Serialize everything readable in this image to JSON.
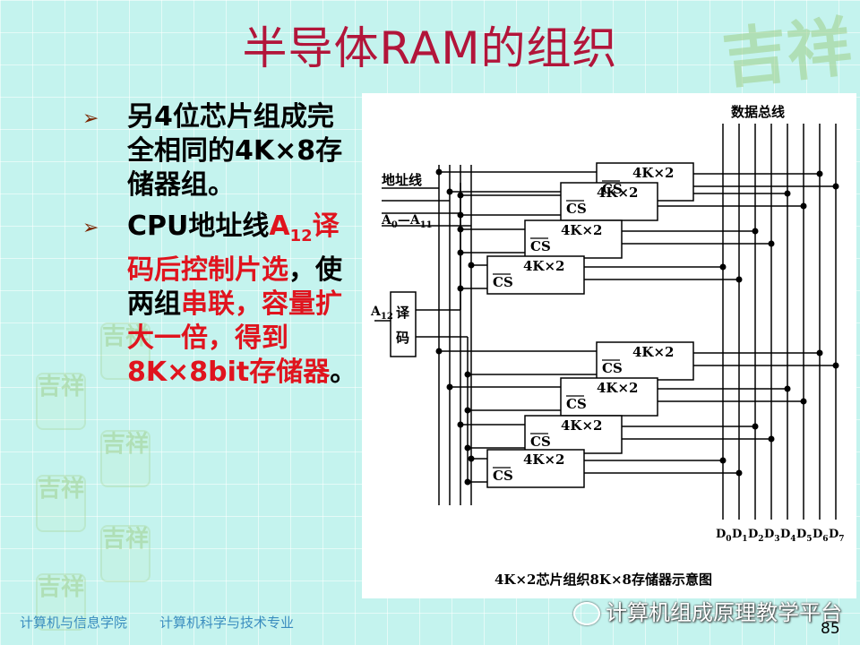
{
  "title": "半导体RAM的组织",
  "bullets": [
    {
      "text": "另4位芯片组成完全相同的4K×8存储器组。"
    },
    {
      "parts": [
        {
          "text": "CPU地址线",
          "color": "black"
        },
        {
          "text": "A",
          "color": "red"
        },
        {
          "text": "12",
          "color": "red",
          "sub": true
        },
        {
          "text": "译码后控制片选",
          "color": "red"
        },
        {
          "text": "，使两组",
          "color": "black"
        },
        {
          "text": "串联",
          "color": "red"
        },
        {
          "text": "，容量扩大一倍，得到",
          "color": "red"
        },
        {
          "text": "8K×8bit存储器",
          "color": "red"
        },
        {
          "text": "。",
          "color": "black"
        }
      ]
    }
  ],
  "diagram": {
    "data_bus_label": "数据总线",
    "address_label": "地址线",
    "address_range": {
      "a": "A",
      "a_sub1": "0",
      "dash": "—",
      "b": "A",
      "b_sub2": "11"
    },
    "a12_label": {
      "a": "A",
      "sub": "12"
    },
    "decoder_label": [
      "译",
      "码"
    ],
    "chip_cs": "CS",
    "chip_label": "4K×2",
    "data_lines": [
      "D0",
      "D1",
      "D2",
      "D3",
      "D4",
      "D5",
      "D6",
      "D7"
    ],
    "caption": "4K×2芯片组织8K×8存储器示意图"
  },
  "footer": {
    "left": "计算机与信息学院",
    "middle": "计算机科学与技术专业"
  },
  "brand": "计算机组成原理教学平台",
  "page_number": "85",
  "watermark_text": "吉祥"
}
